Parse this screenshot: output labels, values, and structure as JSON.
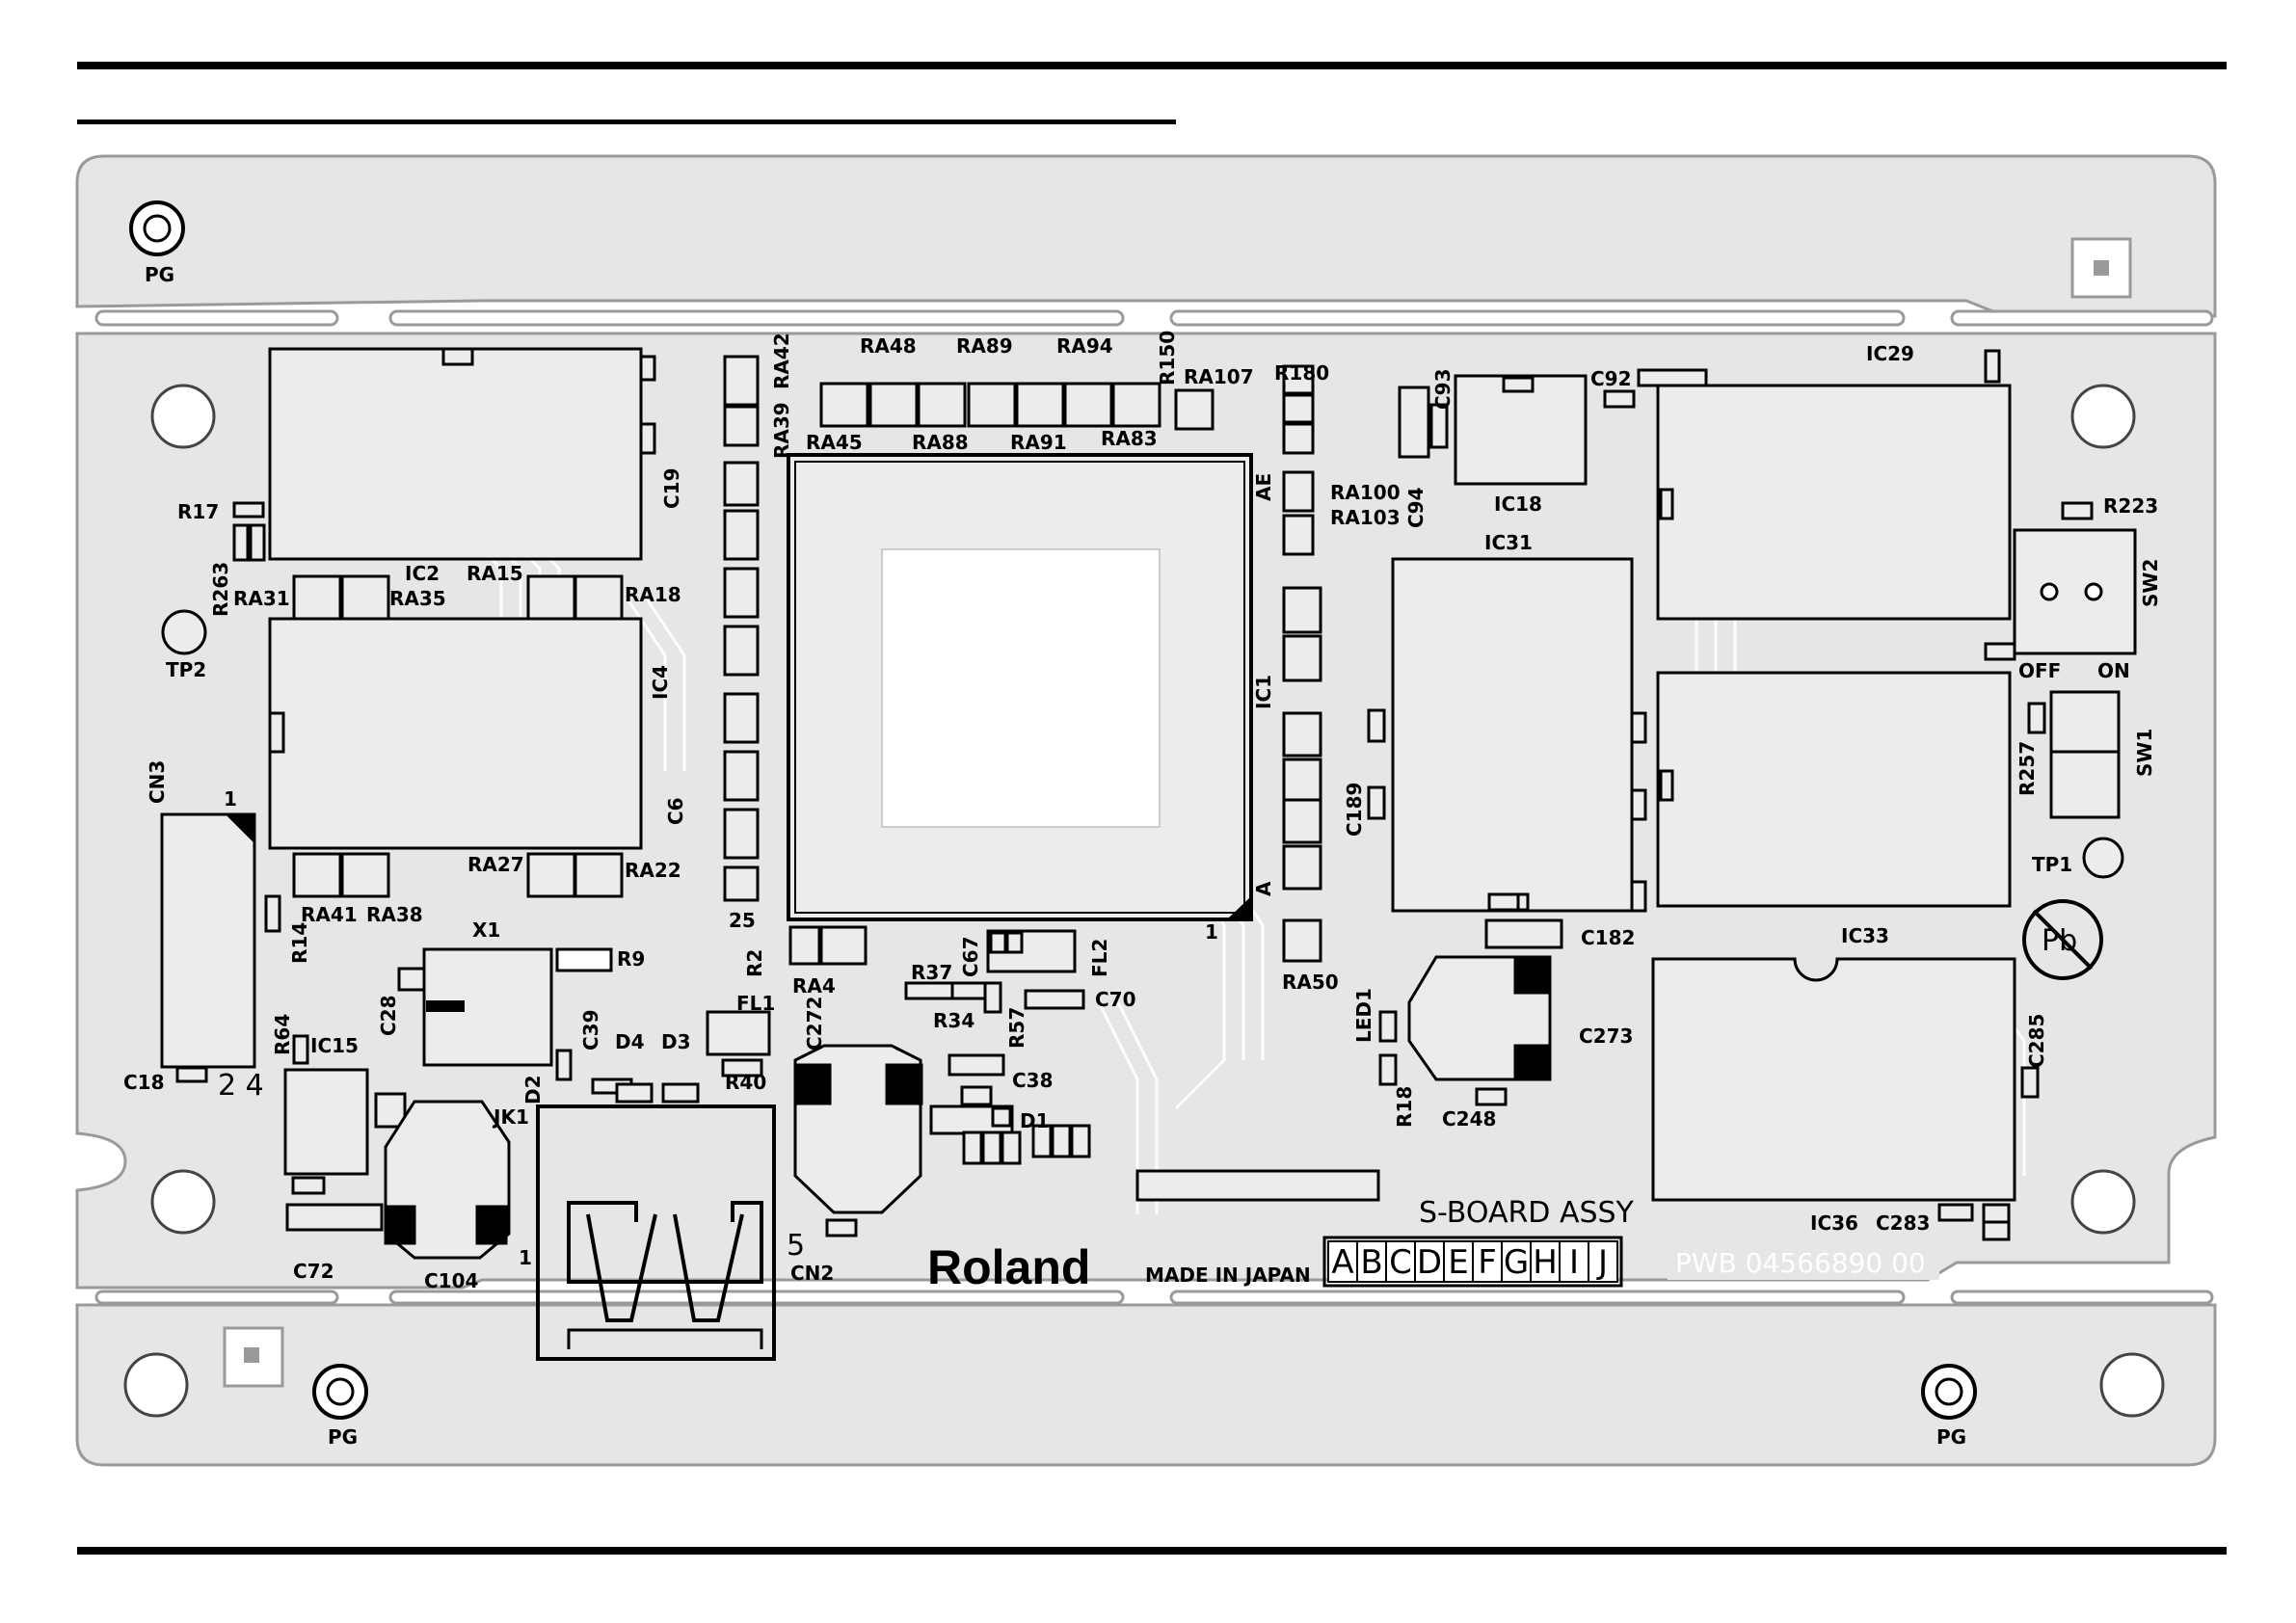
{
  "board": {
    "assembly": "S-BOARD ASSY",
    "brand": "Roland",
    "origin": "MADE IN JAPAN",
    "pwb": "PWB 04566890 00",
    "revisions": [
      "A",
      "B",
      "C",
      "D",
      "E",
      "F",
      "G",
      "H",
      "I",
      "J"
    ]
  },
  "pads": {
    "pg_top_left": "PG",
    "pg_bottom_left": "PG",
    "pg_bottom_right": "PG",
    "tp1": "TP1",
    "tp2": "TP2",
    "pb_symbol": "Pb"
  },
  "labels": {
    "ic2": "IC2",
    "ic4": "IC4",
    "ic1": "IC1",
    "ic18": "IC18",
    "ic29": "IC29",
    "ic31": "IC31",
    "ic33": "IC33",
    "ic36": "IC36",
    "ic15": "IC15",
    "ra15": "RA15",
    "ra18": "RA18",
    "ra31": "RA31",
    "ra35": "RA35",
    "ra27": "RA27",
    "ra22": "RA22",
    "ra41": "RA41",
    "ra38": "RA38",
    "ra42": "RA42",
    "ra39": "RA39",
    "ra48": "RA48",
    "ra89": "RA89",
    "ra94": "RA94",
    "ra45": "RA45",
    "ra88": "RA88",
    "ra91": "RA91",
    "ra83": "RA83",
    "ra150": "R150",
    "ra107": "RA107",
    "r180": "R180",
    "ra100": "RA100",
    "ra103": "RA103",
    "ra50": "RA50",
    "ra4": "RA4",
    "r17": "R17",
    "r263": "R263",
    "r14": "R14",
    "r9": "R9",
    "r64": "R64",
    "r2": "R2",
    "r37": "R37",
    "r34": "R34",
    "r57": "R57",
    "r40": "R40",
    "r18": "R18",
    "r223": "R223",
    "r257": "R257",
    "c19": "C19",
    "c6": "C6",
    "c18": "C18",
    "c28": "C28",
    "c39": "C39",
    "c67": "C67",
    "c70": "C70",
    "c38": "C38",
    "c72": "C72",
    "c104": "C104",
    "c272": "C272",
    "c92": "C92",
    "c93": "C93",
    "c94": "C94",
    "c189": "C189",
    "c182": "C182",
    "c273": "C273",
    "c248": "C248",
    "c285": "C285",
    "c283": "C283",
    "cn3": "CN3",
    "cn2": "CN2",
    "jk1": "JK1",
    "x1": "X1",
    "d1": "D1",
    "d2": "D2",
    "d3": "D3",
    "d4": "D4",
    "fl1": "FL1",
    "fl2": "FL2",
    "led1": "LED1",
    "sw1": "SW1",
    "sw2": "SW2",
    "off": "OFF",
    "on": "ON",
    "pin1_cn3": "1",
    "pin24": "2 4",
    "pin25": "25",
    "pin1_ic1": "1",
    "ae": "AE",
    "a": "A",
    "jk_1": "1",
    "cn2_5": "5"
  }
}
